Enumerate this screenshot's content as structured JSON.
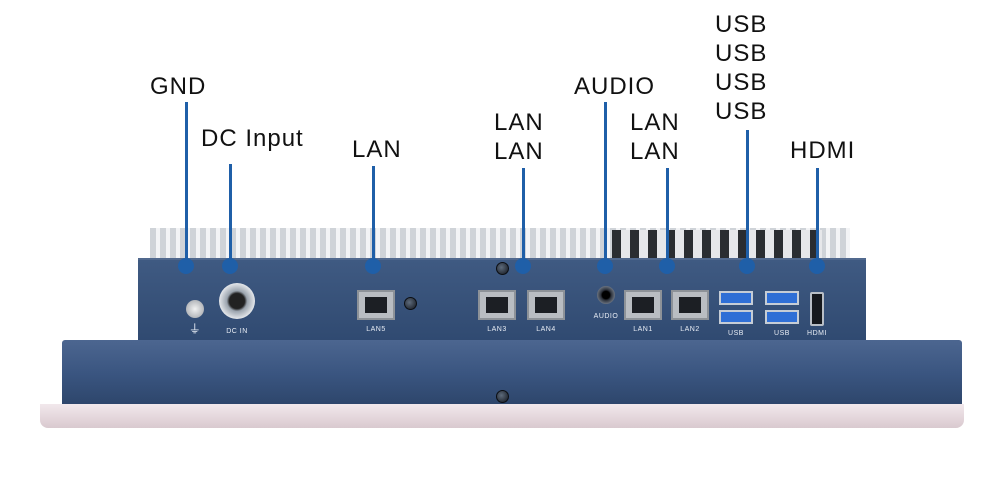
{
  "callouts": {
    "gnd": "GND",
    "dc_input": "DC Input",
    "lan_single": "LAN",
    "lan_pair_a": [
      "LAN",
      "LAN"
    ],
    "audio": "AUDIO",
    "lan_pair_b": [
      "LAN",
      "LAN"
    ],
    "usb": [
      "USB",
      "USB",
      "USB",
      "USB"
    ],
    "hdmi": "HDMI"
  },
  "port_labels": {
    "dc_in": "DC IN",
    "lan5": "LAN5",
    "lan3": "LAN3",
    "lan4": "LAN4",
    "audio": "AUDIO",
    "lan1": "LAN1",
    "lan2": "LAN2",
    "usb_a": "USB",
    "usb_b": "USB",
    "hdmi": "HDMI",
    "ground_symbol": "⏚"
  },
  "colors": {
    "leader": "#1f5fa8",
    "panel": "#2f4970",
    "usb_port": "#2f6fd6"
  }
}
